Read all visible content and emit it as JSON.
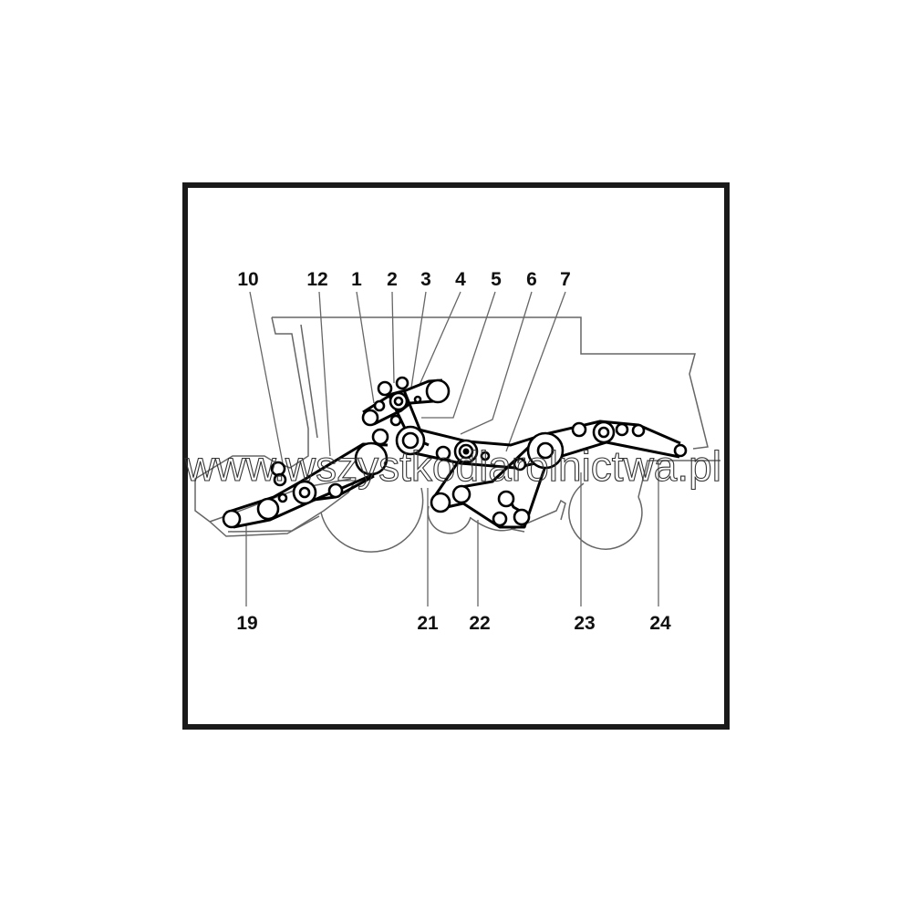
{
  "diagram": {
    "top_labels": [
      "10",
      "12",
      "1",
      "2",
      "3",
      "4",
      "5",
      "6",
      "7"
    ],
    "bottom_labels": [
      "19",
      "21",
      "22",
      "23",
      "24"
    ],
    "watermark": "www.wszystkodlarolnictwa.pl"
  },
  "colors": {
    "belt": "#000000",
    "outline": "#666666",
    "frame": "#1a1a1a"
  }
}
